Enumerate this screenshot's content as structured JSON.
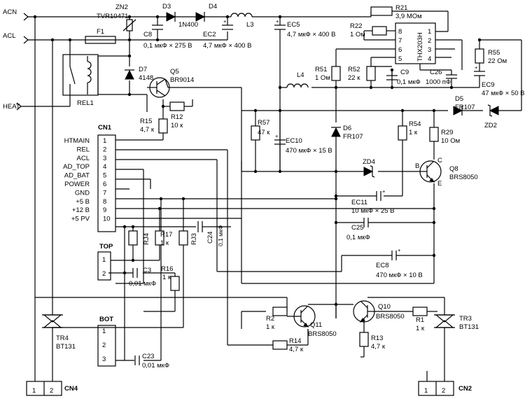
{
  "inputs": {
    "acn": "ACN",
    "acl": "ACL",
    "heat": "HEAT"
  },
  "parts": {
    "zn2": {
      "ref": "ZN2",
      "value": "TVR10471"
    },
    "d3": {
      "ref": "D3"
    },
    "d4": {
      "ref": "D4"
    },
    "d34_value": "1N400",
    "l3": {
      "ref": "L3"
    },
    "f1": {
      "ref": "F1"
    },
    "c8": {
      "ref": "C8",
      "value": "0,1 мкФ × 275 В"
    },
    "ec2": {
      "ref": "EC2",
      "value": "4,7 мкФ × 400 В"
    },
    "ec5": {
      "ref": "EC5",
      "value": "4,7 мкФ × 400 В"
    },
    "r21": {
      "ref": "R21",
      "value": "3,9 МОм"
    },
    "r22": {
      "ref": "R22",
      "value": "1 Ом"
    },
    "thx": {
      "ref": "THX203H"
    },
    "r55": {
      "ref": "R55",
      "value": "22 Ом"
    },
    "ec9": {
      "ref": "EC9",
      "value": "47 мкФ × 50 В"
    },
    "rel1": {
      "ref": "REL1"
    },
    "d7": {
      "ref": "D7",
      "value": "4148"
    },
    "q5": {
      "ref": "Q5",
      "value": "BR9014"
    },
    "r12": {
      "ref": "R12",
      "value": "10 к"
    },
    "r15": {
      "ref": "R15",
      "value": "4,7 к"
    },
    "l4": {
      "ref": "L4"
    },
    "r51": {
      "ref": "R51",
      "value": "1 Ом"
    },
    "r52": {
      "ref": "R52",
      "value": "22 к"
    },
    "c9": {
      "ref": "C9",
      "value": "0,1 мкФ"
    },
    "c26": {
      "ref": "C26",
      "value": "1000 пФ"
    },
    "d5": {
      "ref": "D5",
      "value": "FR107"
    },
    "zd2": {
      "ref": "ZD2"
    },
    "r57": {
      "ref": "R57",
      "value": "47 к"
    },
    "ec10": {
      "ref": "EC10",
      "value": "470 мкФ × 15 В"
    },
    "d6": {
      "ref": "D6",
      "value": "FR107"
    },
    "r54": {
      "ref": "R54",
      "value": "1 к"
    },
    "r29": {
      "ref": "R29",
      "value": "10 Ом"
    },
    "zd4": {
      "ref": "ZD4"
    },
    "q8": {
      "ref": "Q8",
      "value": "BRS8050"
    },
    "ec11": {
      "ref": "EC11",
      "value": "10 мкФ × 25 В"
    },
    "c25": {
      "ref": "C25",
      "value": "0,1 мкФ"
    },
    "ec8": {
      "ref": "EC8",
      "value": "470 мкФ × 10 В"
    },
    "rj4": {
      "ref": "RJ4"
    },
    "r17": {
      "ref": "R17",
      "value": "1 к"
    },
    "rj3": {
      "ref": "RJ3"
    },
    "c24": {
      "ref": "C24",
      "value": "0,1 мкФ"
    },
    "c3": {
      "ref": "C3",
      "value": "0,01 мкФ"
    },
    "r16": {
      "ref": "R16",
      "value": "1 к"
    },
    "c23": {
      "ref": "C23",
      "value": "0,01 мкФ"
    },
    "r2": {
      "ref": "R2",
      "value": "1 к"
    },
    "q11": {
      "ref": "Q11",
      "value": "BRS8050"
    },
    "q10": {
      "ref": "Q10",
      "value": "BRS8050"
    },
    "r1": {
      "ref": "R1",
      "value": "1 к"
    },
    "r14": {
      "ref": "R14",
      "value": "4,7 к"
    },
    "r13": {
      "ref": "R13",
      "value": "4,7 к"
    },
    "tr4": {
      "ref": "TR4",
      "value": "BT131"
    },
    "tr3": {
      "ref": "TR3",
      "value": "BT131"
    }
  },
  "cn1": {
    "ref": "CN1",
    "signals": [
      "HTMAIN",
      "REL",
      "ACL",
      "AD_TOP",
      "AD_BAT",
      "POWER",
      "GND",
      "+5 B",
      "+12 B",
      "+5 PV"
    ],
    "pins": [
      "1",
      "2",
      "3",
      "4",
      "5",
      "6",
      "7",
      "8",
      "9",
      "10"
    ]
  },
  "thx_pins": [
    "8",
    "7",
    "6",
    "5",
    "1",
    "2",
    "3",
    "4"
  ],
  "q8_terms": [
    "B",
    "C",
    "E"
  ],
  "top": {
    "ref": "TOP",
    "pins": [
      "1",
      "2"
    ]
  },
  "bot": {
    "ref": "BOT",
    "pins": [
      "1",
      "2",
      "3"
    ]
  },
  "cn4": {
    "ref": "CN4",
    "pins": [
      "1",
      "2"
    ]
  },
  "cn2": {
    "ref": "CN2",
    "pins": [
      "1",
      "2"
    ]
  }
}
